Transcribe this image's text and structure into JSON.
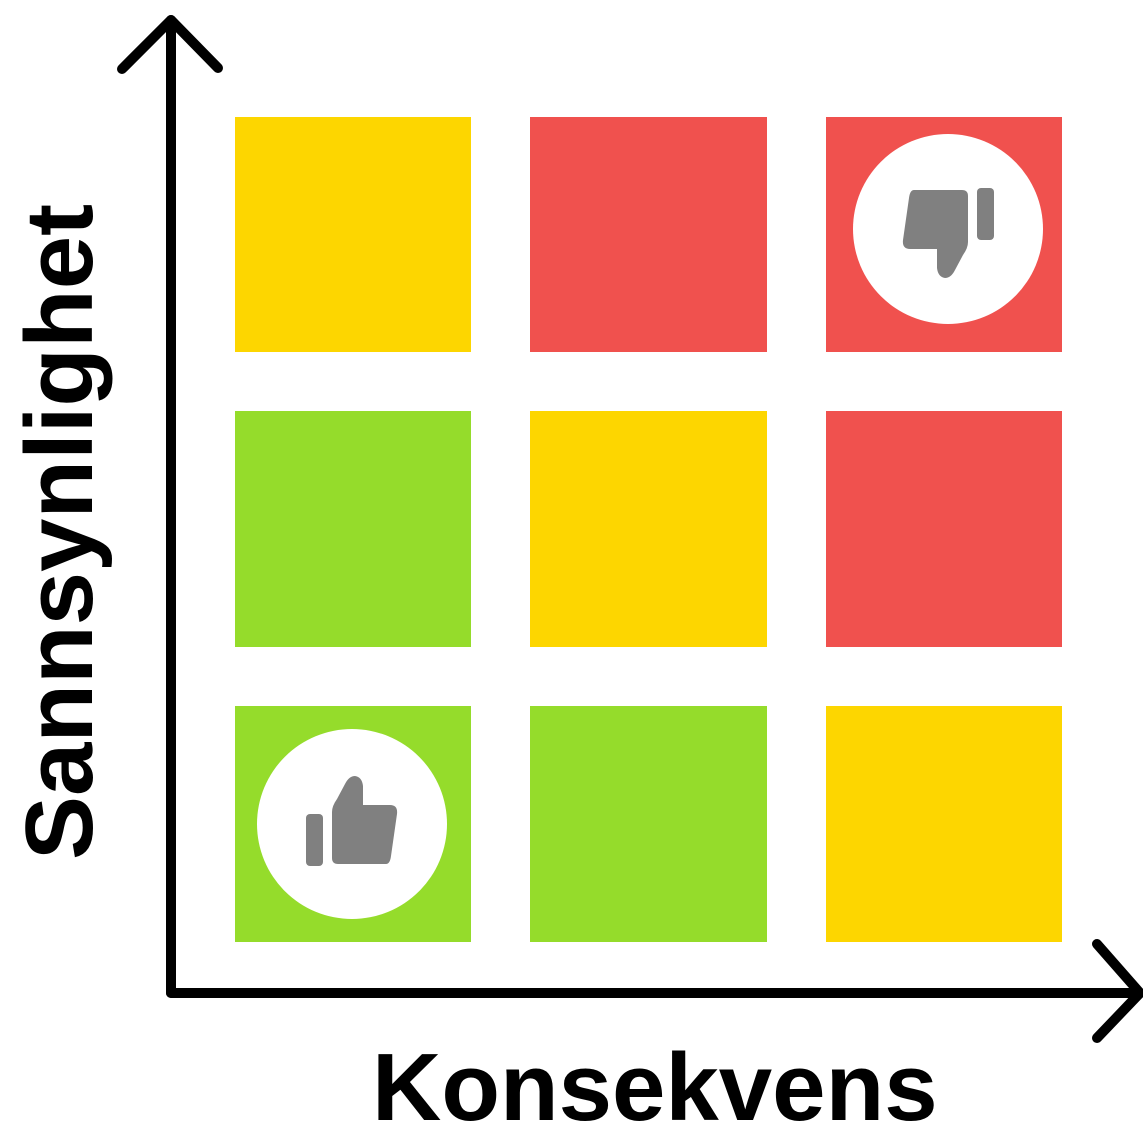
{
  "x_axis_label": "Konsekvens",
  "y_axis_label": "Sannsynlighet",
  "colors": {
    "green": "#95dc2b",
    "yellow": "#fdd600",
    "red": "#f0514e",
    "axis": "#000000",
    "icon_circle": "#ffffff",
    "icon": "#808080"
  },
  "matrix": {
    "rows": 3,
    "cols": 3,
    "cells_top_to_bottom": [
      [
        "yellow",
        "red",
        "red"
      ],
      [
        "green",
        "yellow",
        "red"
      ],
      [
        "green",
        "green",
        "yellow"
      ]
    ]
  },
  "icons": [
    {
      "name": "thumbs-down-icon",
      "cell": "top-right"
    },
    {
      "name": "thumbs-up-icon",
      "cell": "bottom-left"
    }
  ]
}
